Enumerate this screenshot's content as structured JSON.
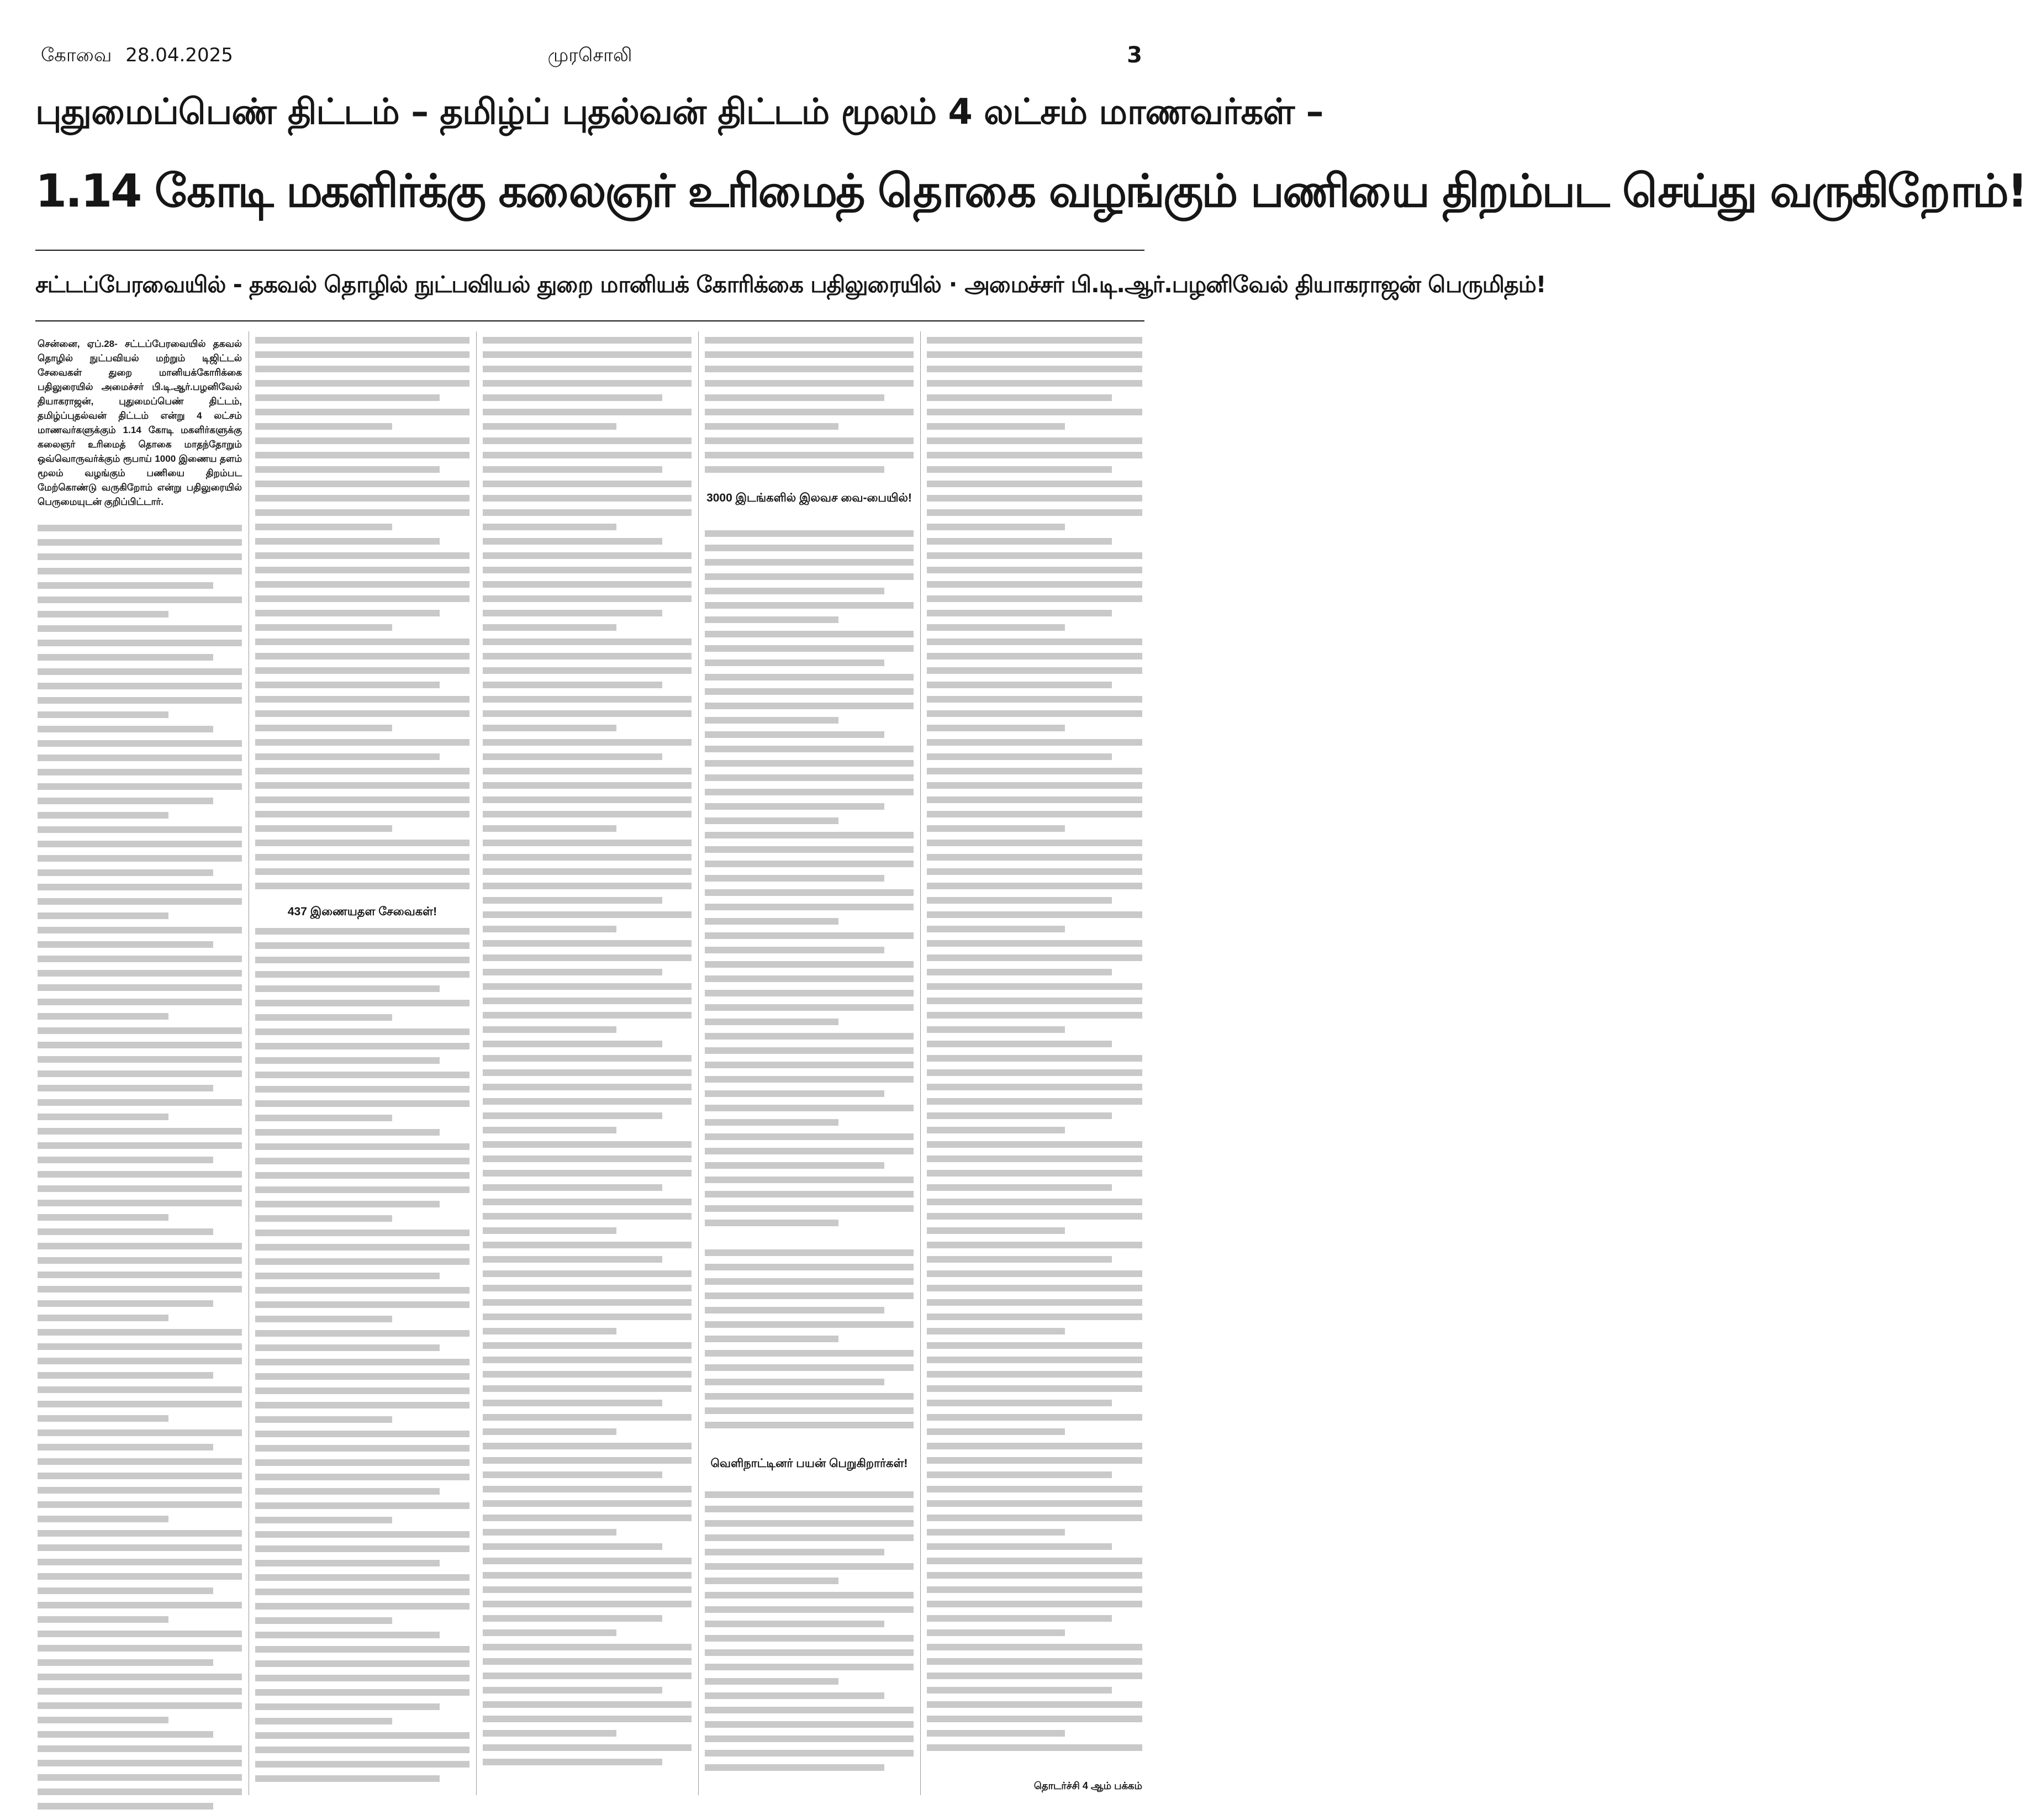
{
  "masthead": {
    "city": "கோவை",
    "date": "28.04.2025",
    "paper": "முரசொலி",
    "page_number": "3"
  },
  "headlines": {
    "line1": "புதுமைப்பெண் திட்டம் – தமிழ்ப் புதல்வன் திட்டம் மூலம் 4 லட்சம் மாணவர்கள் –",
    "line2": "1.14 கோடி மகளிர்க்கு கலைஞர் உரிமைத் தொகை வழங்கும் பணியை திறம்பட செய்து வருகிறோம்!",
    "line3_part1": "சட்டப்பேரவையில் - தகவல் தொழில் நுட்பவியல் துறை மானியக் கோரிக்கை பதிலுரையில்",
    "line3_part2": "அமைச்சர் பி.டி.ஆர்.பழனிவேல் தியாகராஜன் பெருமிதம்!"
  },
  "article": {
    "dateline": "சென்னை, ஏப்.28-",
    "lead_text": "சட்டப்பேரவையில் தகவல் தொழில் நுட்பவியல் மற்றும் டிஜிட்டல் சேவைகள் துறை மானியக்கோரிக்கை பதிலுரையில் அமைச்சர் பி.டி.ஆர்.பழனிவேல் தியாகராஜன், புதுமைப்பெண் திட்டம், தமிழ்ப்புதல்வன் திட்டம் என்று 4 லட்சம் மாணவர்களுக்கும் 1.14 கோடி மகளிர்களுக்கு கலைஞர் உரிமைத் தொகை மாதந்தோறும் ஒவ்வொருவர்க்கும் ரூபாய் 1000 இணைய தளம் மூலம் வழங்கும் பணியை திறம்பட மேற்கொண்டு வருகிறோம் என்று பதிலுரையில் பெருமையுடன் குறிப்பிட்டார்.",
    "subhead_1": "3000 இடங்களில் இலவச வை-பையில்!",
    "subhead_2": "437 இணையதள சேவைகள்!",
    "subhead_3": "வெளிநாட்டினர் பயன் பெறுகிறார்கள்!",
    "continued": "தொடர்ச்சி 4 ஆம் பக்கம்"
  }
}
